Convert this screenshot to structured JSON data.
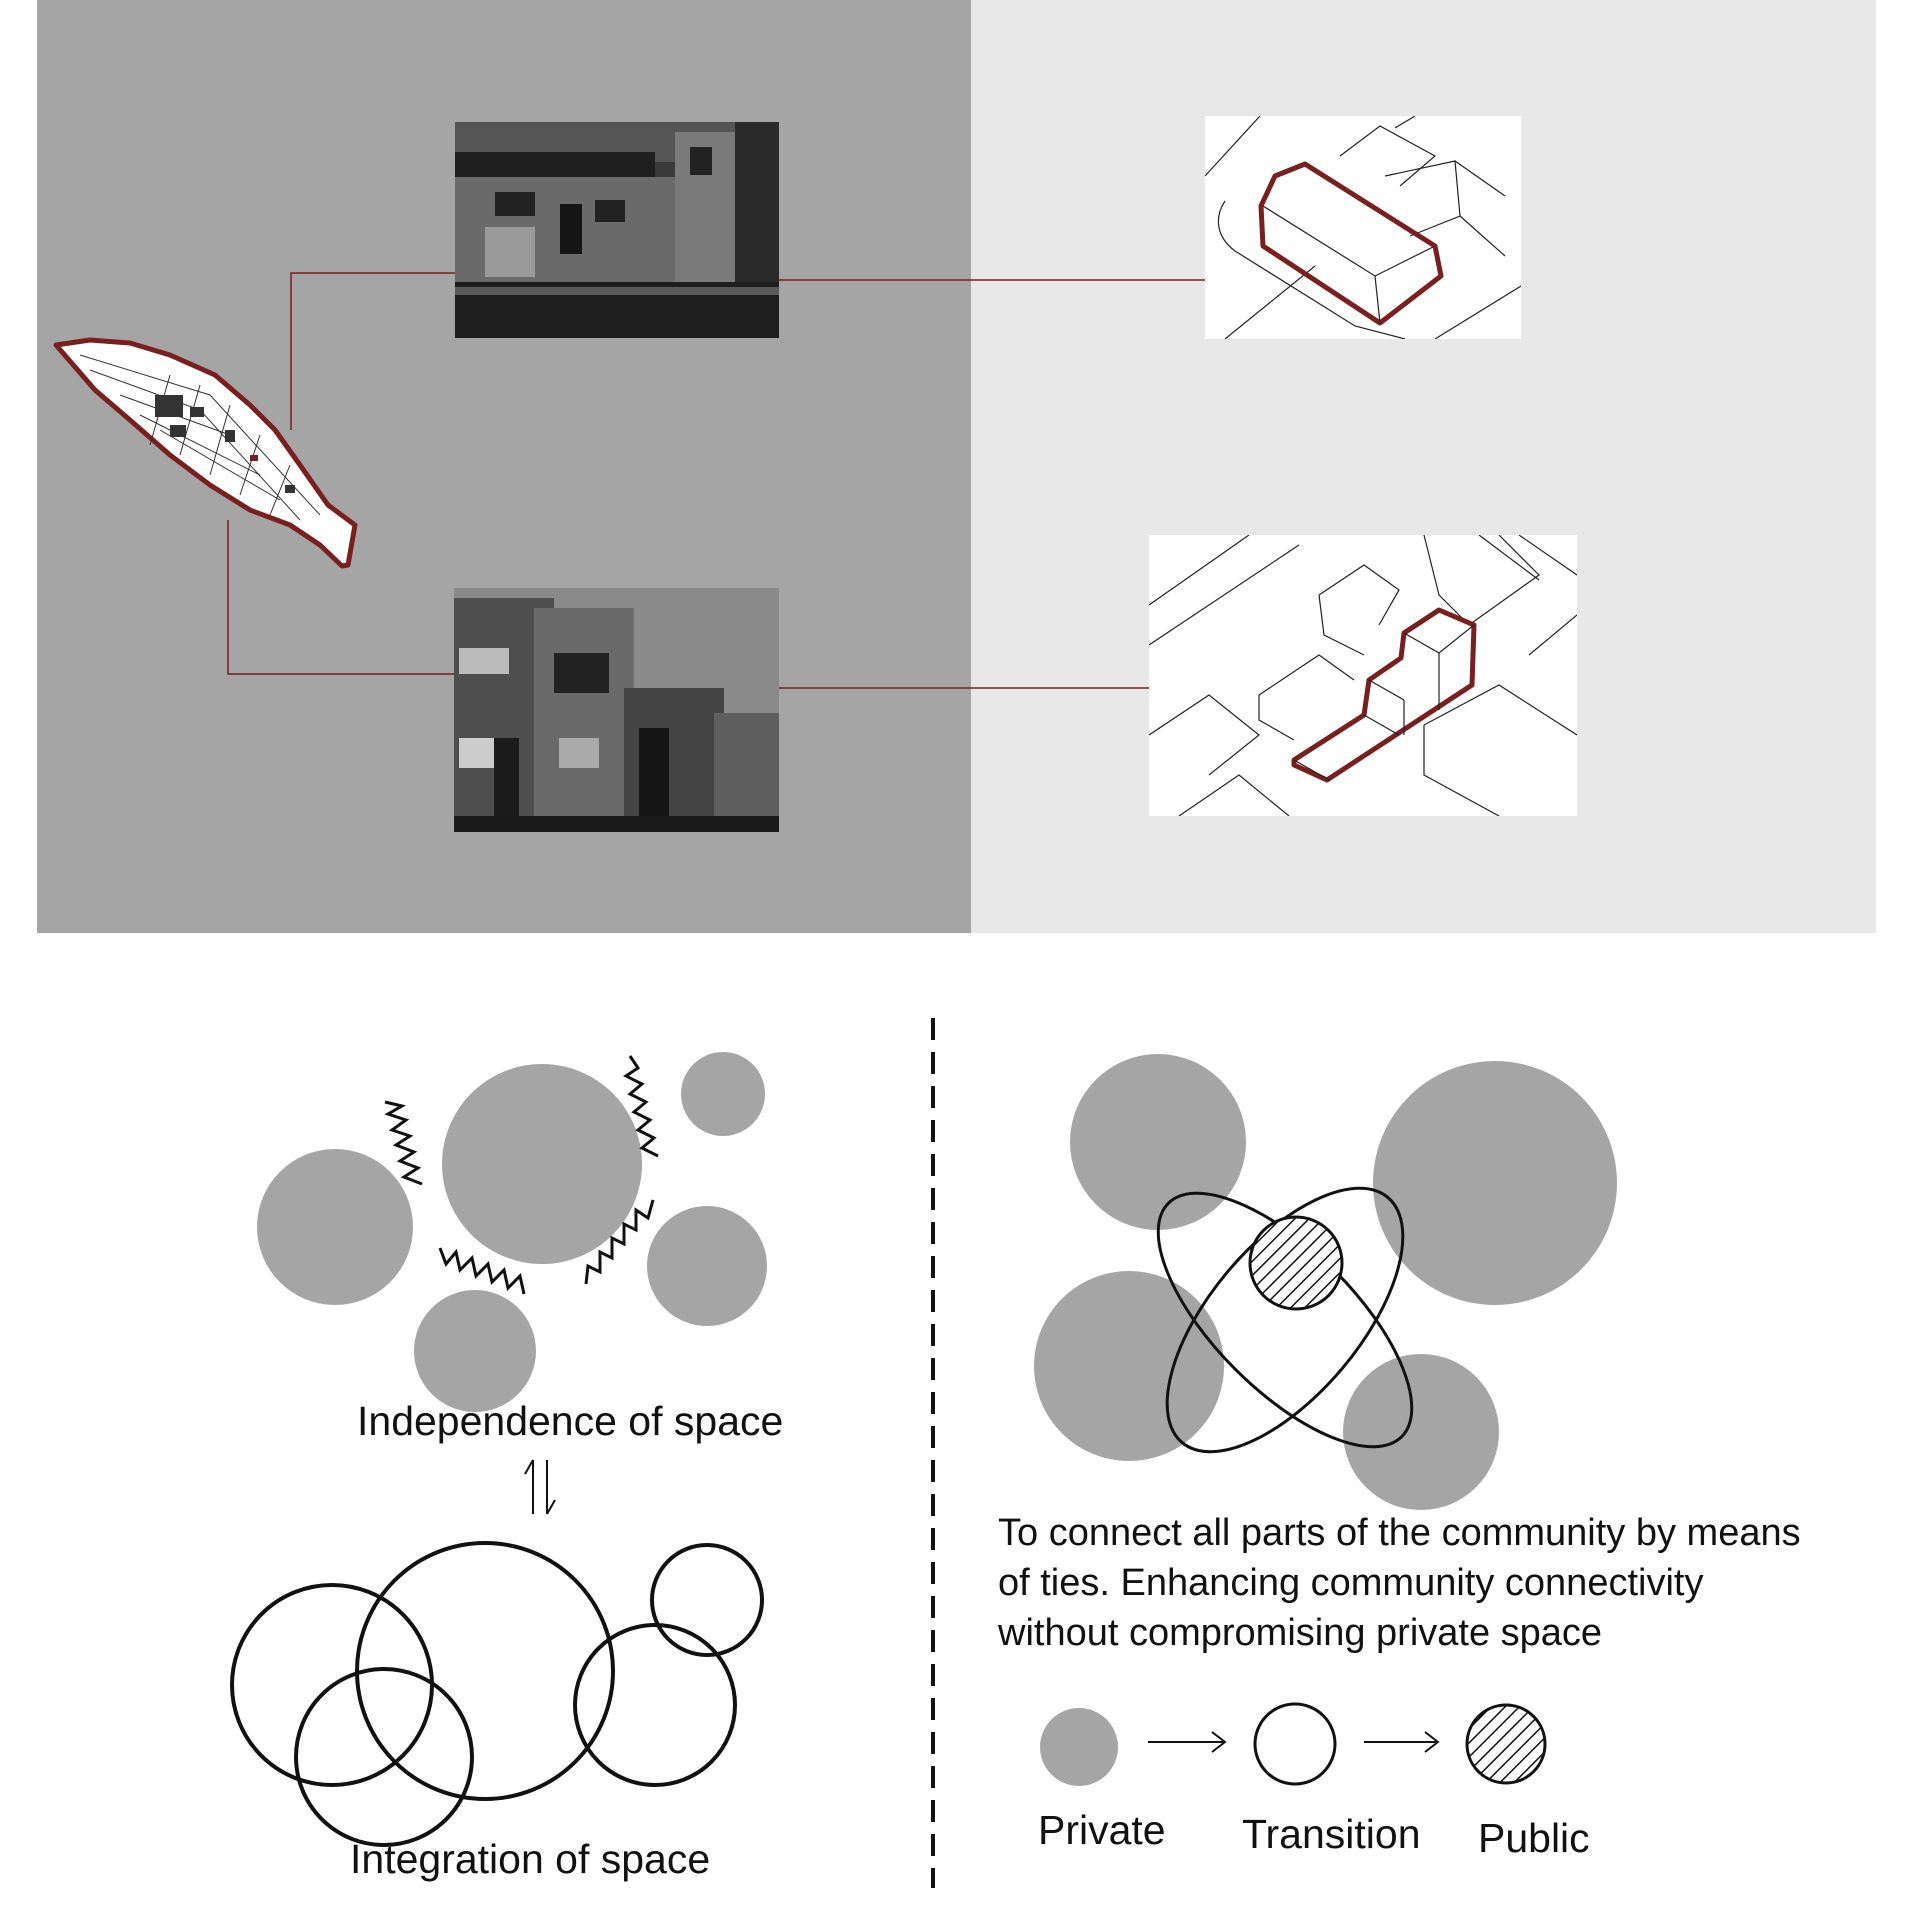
{
  "colors": {
    "panel_left": "#a5a5a5",
    "panel_right": "#e8e8e8",
    "accent_outline": "#7a1f1f",
    "private_fill": "#a5a5a5",
    "ink": "#111111"
  },
  "icons": {
    "site_map": "site-plan-map-icon",
    "photo_1": "building-photo-1",
    "photo_2": "building-photo-2",
    "axon_1": "axonometric-building-1",
    "axon_2": "axonometric-building-2",
    "arrows": "reversible-arrows-icon",
    "legend_arrow": "right-arrow-icon"
  },
  "diagram": {
    "independence_label": "Independence of space",
    "integration_label": "Integration of space",
    "description": [
      "To connect all parts of the community by means",
      "of ties. Enhancing community connectivity",
      "without compromising private space"
    ],
    "legend": {
      "private": "Private",
      "transition": "Transition",
      "public": "Public"
    }
  }
}
